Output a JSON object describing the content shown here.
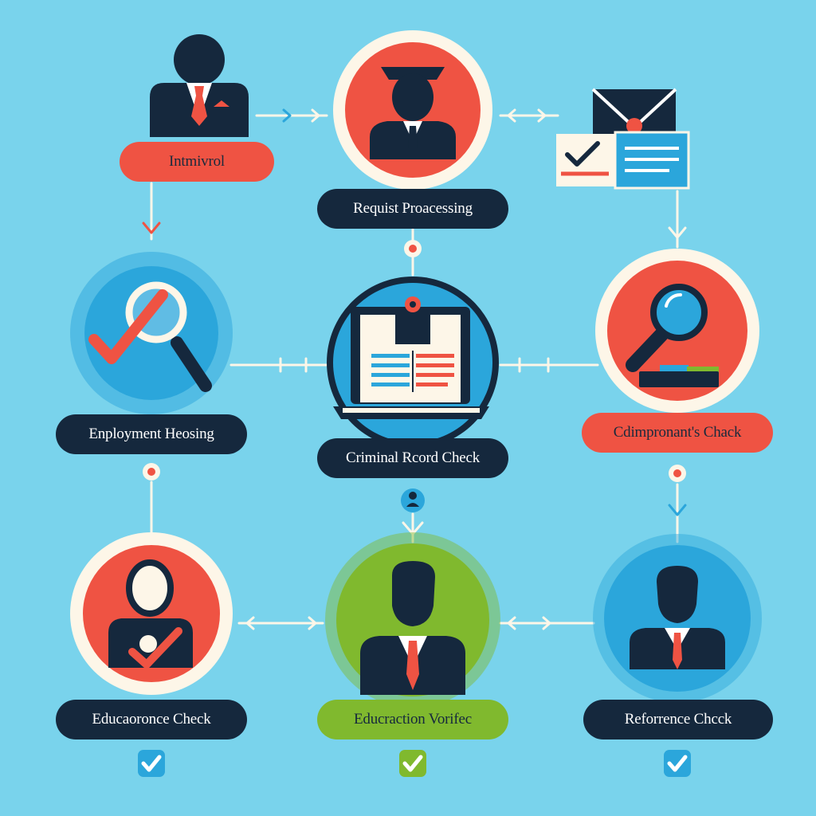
{
  "nodes": {
    "interview": {
      "label": "Intmivrol"
    },
    "request_processing": {
      "label": "Requist Proacessing"
    },
    "employment_history": {
      "label": "Enployment Heosing"
    },
    "criminal_record": {
      "label": "Criminal Rcord Check"
    },
    "compliance_check": {
      "label": "Cdimpronant's Chack"
    },
    "experience_check": {
      "label": "Educaoronce Check"
    },
    "education_verification": {
      "label": "Educraction Vorifec"
    },
    "reference_check": {
      "label": "Reforrence Chcck"
    }
  },
  "colors": {
    "background": "#79d3ec",
    "navy": "#15283d",
    "coral": "#ef5343",
    "blue": "#2ba6db",
    "green": "#80b92e",
    "cream": "#fdf6e8"
  },
  "icons": [
    "person-icon",
    "graduate-icon",
    "envelope-icon",
    "magnifier-check-icon",
    "laptop-clipboard-icon",
    "magnifier-icon",
    "person-check-icon",
    "checkmark-icon"
  ]
}
